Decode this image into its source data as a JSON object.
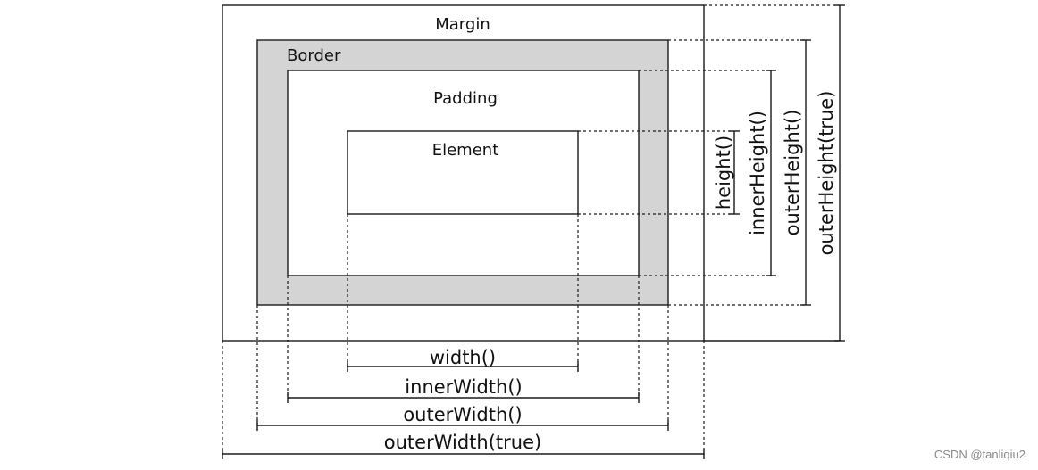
{
  "boxes": {
    "margin": "Margin",
    "border": "Border",
    "padding": "Padding",
    "element": "Element"
  },
  "width_measures": {
    "width": "width()",
    "inner_width": "innerWidth()",
    "outer_width": "outerWidth()",
    "outer_width_true": "outerWidth(true)"
  },
  "height_measures": {
    "height": "height()",
    "inner_height": "innerHeight()",
    "outer_height": "outerHeight()",
    "outer_height_true": "outerHeight(true)"
  },
  "colors": {
    "border_fill": "#d4d4d4",
    "line": "#1a1a1a"
  },
  "watermark": "CSDN @tanliqiu2"
}
